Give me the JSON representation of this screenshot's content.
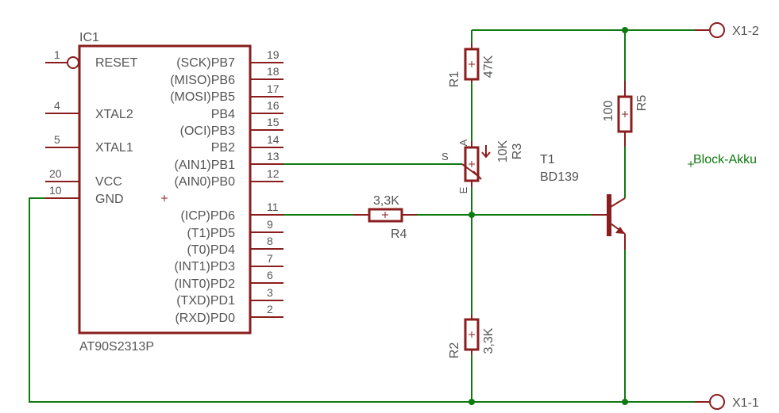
{
  "ic": {
    "ref": "IC1",
    "part": "AT90S2313P",
    "left_pins": [
      {
        "num": "1",
        "name": "RESET"
      },
      {
        "num": "4",
        "name": "XTAL2"
      },
      {
        "num": "5",
        "name": "XTAL1"
      },
      {
        "num": "20",
        "name": "VCC"
      },
      {
        "num": "10",
        "name": "GND"
      }
    ],
    "right_pins": [
      {
        "num": "19",
        "name": "(SCK)PB7"
      },
      {
        "num": "18",
        "name": "(MISO)PB6"
      },
      {
        "num": "17",
        "name": "(MOSI)PB5"
      },
      {
        "num": "16",
        "name": "PB4"
      },
      {
        "num": "15",
        "name": "(OCI)PB3"
      },
      {
        "num": "14",
        "name": "PB2"
      },
      {
        "num": "13",
        "name": "(AIN1)PB1"
      },
      {
        "num": "12",
        "name": "(AIN0)PB0"
      },
      {
        "num": "11",
        "name": "(ICP)PD6"
      },
      {
        "num": "9",
        "name": "(T1)PD5"
      },
      {
        "num": "8",
        "name": "(T0)PD4"
      },
      {
        "num": "7",
        "name": "(INT1)PD3"
      },
      {
        "num": "6",
        "name": "(INT0)PD2"
      },
      {
        "num": "3",
        "name": "(TXD)PD1"
      },
      {
        "num": "2",
        "name": "(RXD)PD0"
      }
    ]
  },
  "r1": {
    "ref": "R1",
    "value": "47K"
  },
  "r2": {
    "ref": "R2",
    "value": "3,3K"
  },
  "r3": {
    "ref": "R3",
    "value": "10K",
    "pin_s": "S",
    "pin_a": "A",
    "pin_e": "E"
  },
  "r4": {
    "ref": "R4",
    "value": "3,3K"
  },
  "r5": {
    "ref": "R5",
    "value": "100"
  },
  "t1": {
    "ref": "T1",
    "part": "BD139"
  },
  "connectors": {
    "x1_2": "X1-2",
    "x1_1": "X1-1"
  },
  "net_label": "Block-Akku",
  "colors": {
    "wire": "#0f7a0f",
    "component": "#8a1d1d",
    "text": "#555555"
  }
}
